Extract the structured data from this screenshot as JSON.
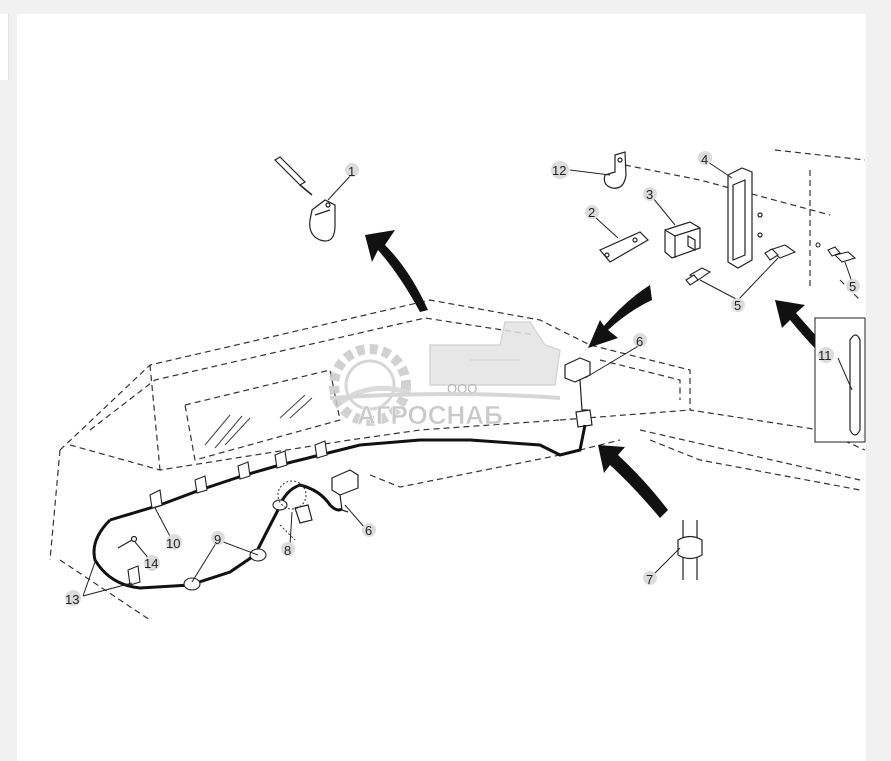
{
  "colors": {
    "background": "#f1f1f1",
    "panel": "#ffffff",
    "line": "#222222",
    "callout_circle": "#dcdcdc",
    "watermark": "#c8c8c8"
  },
  "callouts": [
    {
      "id": "1",
      "label": "1"
    },
    {
      "id": "2",
      "label": "2"
    },
    {
      "id": "3",
      "label": "3"
    },
    {
      "id": "4",
      "label": "4"
    },
    {
      "id": "5a",
      "label": "5"
    },
    {
      "id": "5b",
      "label": "5"
    },
    {
      "id": "6a",
      "label": "6"
    },
    {
      "id": "6b",
      "label": "6"
    },
    {
      "id": "7",
      "label": "7"
    },
    {
      "id": "8",
      "label": "8"
    },
    {
      "id": "9",
      "label": "9"
    },
    {
      "id": "10",
      "label": "10"
    },
    {
      "id": "11",
      "label": "11"
    },
    {
      "id": "12",
      "label": "12"
    },
    {
      "id": "13",
      "label": "13"
    },
    {
      "id": "14",
      "label": "14"
    }
  ],
  "watermark": {
    "company_prefix": "ООО",
    "company_name": "АГРОСНАБ",
    "icon": "gear-tractor-icon"
  }
}
